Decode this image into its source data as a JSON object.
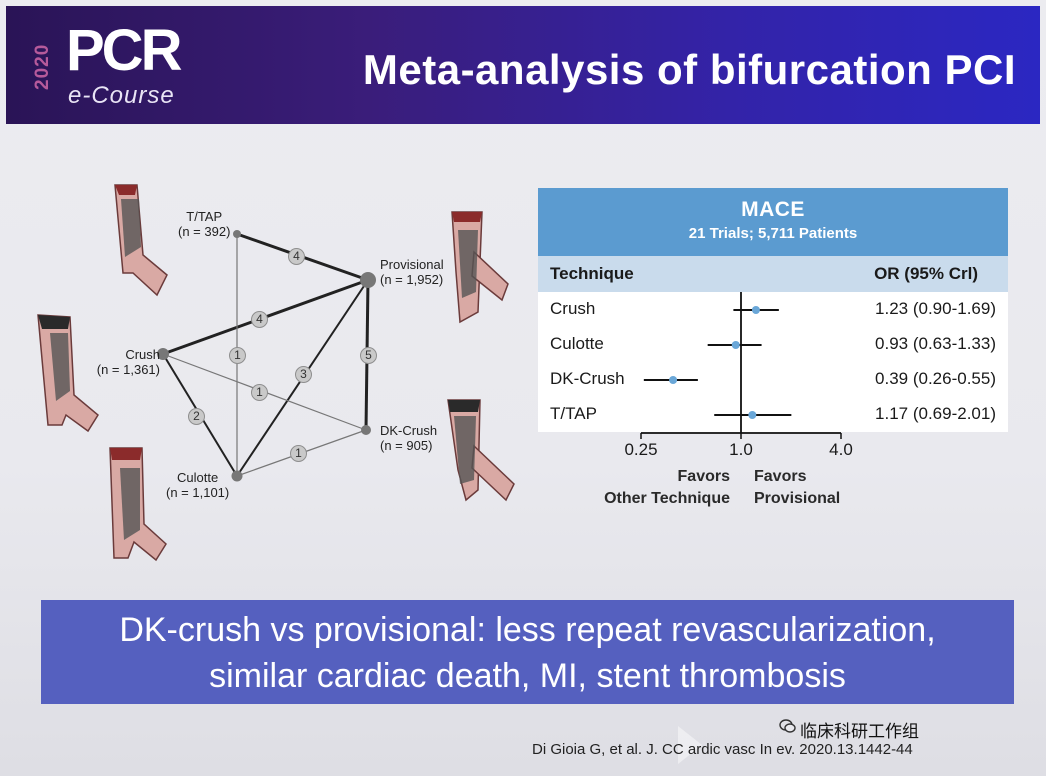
{
  "header": {
    "year": "2020",
    "logo_main": "PCR",
    "logo_sub": "e-Course",
    "title": "Meta-analysis of bifurcation PCI"
  },
  "network": {
    "nodes": [
      {
        "id": "ttap",
        "name": "T/TAP",
        "count": "(n = 392)"
      },
      {
        "id": "provisional",
        "name": "Provisional",
        "count": "(n = 1,952)"
      },
      {
        "id": "crush",
        "name": "Crush",
        "count": "(n = 1,361)"
      },
      {
        "id": "dkcrush",
        "name": "DK-Crush",
        "count": "(n = 905)"
      },
      {
        "id": "culotte",
        "name": "Culotte",
        "count": "(n = 1,101)"
      }
    ],
    "edges": [
      {
        "from": "ttap",
        "to": "provisional",
        "trials": "4"
      },
      {
        "from": "crush",
        "to": "provisional",
        "trials": "4"
      },
      {
        "from": "ttap",
        "to": "culotte",
        "trials": "1"
      },
      {
        "from": "culotte",
        "to": "provisional",
        "trials": "3"
      },
      {
        "from": "provisional",
        "to": "dkcrush",
        "trials": "5"
      },
      {
        "from": "crush",
        "to": "dkcrush",
        "trials": "1"
      },
      {
        "from": "crush",
        "to": "culotte",
        "trials": "2"
      },
      {
        "from": "culotte",
        "to": "dkcrush",
        "trials": "1"
      }
    ]
  },
  "forest": {
    "title": "MACE",
    "subtitle": "21 Trials; 5,711 Patients",
    "col_technique": "Technique",
    "col_or": "OR (95% Crl)",
    "rows": [
      {
        "technique": "Crush",
        "or_text": "1.23 (0.90-1.69)",
        "or": 1.23,
        "lo": 0.9,
        "hi": 1.69
      },
      {
        "technique": "Culotte",
        "or_text": "0.93 (0.63-1.33)",
        "or": 0.93,
        "lo": 0.63,
        "hi": 1.33
      },
      {
        "technique": "DK-Crush",
        "or_text": "0.39 (0.26-0.55)",
        "or": 0.39,
        "lo": 0.26,
        "hi": 0.55
      },
      {
        "technique": "T/TAP",
        "or_text": "1.17 (0.69-2.01)",
        "or": 1.17,
        "lo": 0.69,
        "hi": 2.01
      }
    ],
    "ticks": [
      "0.25",
      "1.0",
      "4.0"
    ],
    "tick_values": [
      0.25,
      1.0,
      4.0
    ],
    "favors_left_1": "Favors",
    "favors_left_2": "Other Technique",
    "favors_right_1": "Favors",
    "favors_right_2": "Provisional",
    "header_color": "#5b9bd0",
    "colhead_color": "#c9dbec",
    "point_color": "#6aa7d8"
  },
  "banner": {
    "line1": "DK-crush vs provisional: less repeat revascularization,",
    "line2": "similar cardiac death, MI, stent thrombosis"
  },
  "citation": "Di Gioia G, et al. J. CC ardic vasc In ev. 2020.13.1442-44",
  "watermark": "临床科研工作组"
}
